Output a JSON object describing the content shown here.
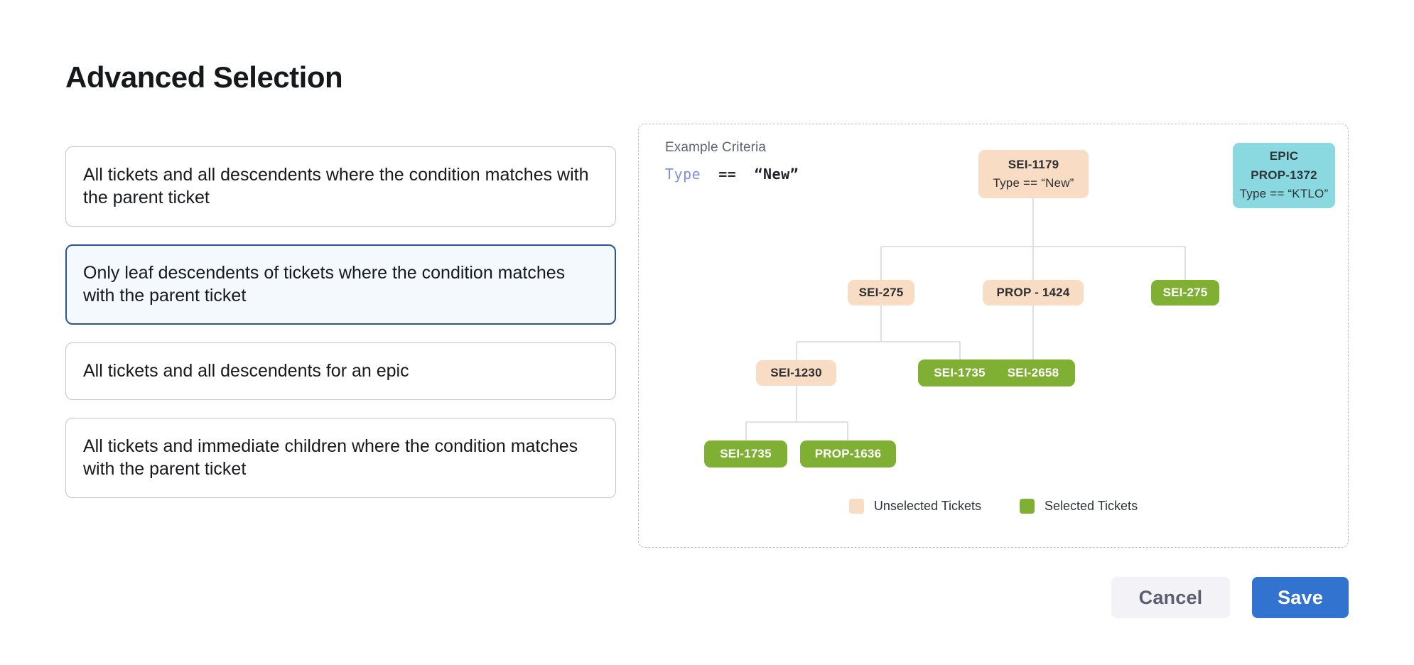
{
  "page_title": "Advanced Selection",
  "options": [
    {
      "id": "all-descendents-condition",
      "label": "All tickets and all descendents where the condition matches with the parent ticket",
      "selected": false
    },
    {
      "id": "leaf-descendents-condition",
      "label": "Only leaf descendents of tickets where the condition matches with the parent ticket",
      "selected": true
    },
    {
      "id": "all-descendents-epic",
      "label": "All tickets and all descendents for an epic",
      "selected": false
    },
    {
      "id": "immediate-children-condition",
      "label": "All tickets and immediate children where the condition matches with the parent ticket",
      "selected": false
    }
  ],
  "diagram": {
    "criteria_label": "Example Criteria",
    "criteria": {
      "field": "Type",
      "operator": "==",
      "value": "“New”"
    },
    "nodes": {
      "root": {
        "line1": "SEI-1179",
        "line2": "Type == “New”",
        "state": "unselected"
      },
      "epic": {
        "line1": "EPIC",
        "line2": "PROP-1372",
        "line3": "Type == “KTLO”",
        "state": "epic"
      },
      "r2c1": {
        "line1": "SEI-275",
        "state": "unselected"
      },
      "r2c2": {
        "line1": "PROP - 1424",
        "state": "unselected"
      },
      "r2c3": {
        "line1": "SEI-275",
        "state": "selected"
      },
      "r3c1": {
        "line1": "SEI-1230",
        "state": "unselected"
      },
      "r3c2": {
        "line1": "SEI-1735",
        "state": "selected"
      },
      "r3c3": {
        "line1": "SEI-2658",
        "state": "selected"
      },
      "r4c1": {
        "line1": "SEI-1735",
        "state": "selected"
      },
      "r4c2": {
        "line1": "PROP-1636",
        "state": "selected"
      }
    },
    "legend": [
      {
        "id": "unselected",
        "label": "Unselected Tickets",
        "color": "#f8ddc4"
      },
      {
        "id": "selected",
        "label": "Selected Tickets",
        "color": "#7fb034"
      }
    ]
  },
  "footer": {
    "cancel_label": "Cancel",
    "save_label": "Save"
  },
  "colors": {
    "unselected": "#f8ddc4",
    "selected": "#7fb034",
    "epic": "#8ad9e0",
    "primary": "#3273d0",
    "selected_option_border": "#2f5496",
    "selected_option_bg": "#f3f9fc",
    "connector": "#d5d7e0"
  }
}
